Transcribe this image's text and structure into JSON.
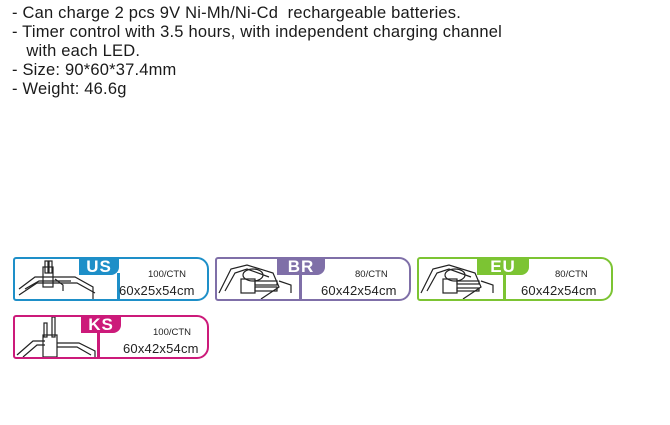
{
  "specs": [
    "- Can charge 2 pcs 9V Ni-Mh/Ni-Cd  rechargeable batteries.",
    "- Timer control with 3.5 hours, with independent charging channel",
    "   with each LED.",
    "- Size: 90*60*37.4mm",
    "- Weight: 46.6g"
  ],
  "plugs": [
    {
      "code": "US",
      "qty": "100/CTN",
      "dims": "60x25x54cm",
      "color": "#1e8fc8",
      "icon": "us-plug-icon"
    },
    {
      "code": "BR",
      "qty": "80/CTN",
      "dims": "60x42x54cm",
      "color": "#7f6fa8",
      "icon": "br-plug-icon"
    },
    {
      "code": "EU",
      "qty": "80/CTN",
      "dims": "60x42x54cm",
      "color": "#7cc433",
      "icon": "eu-plug-icon"
    },
    {
      "code": "KS",
      "qty": "100/CTN",
      "dims": "60x42x54cm",
      "color": "#cc1a7a",
      "icon": "ks-plug-icon"
    }
  ]
}
